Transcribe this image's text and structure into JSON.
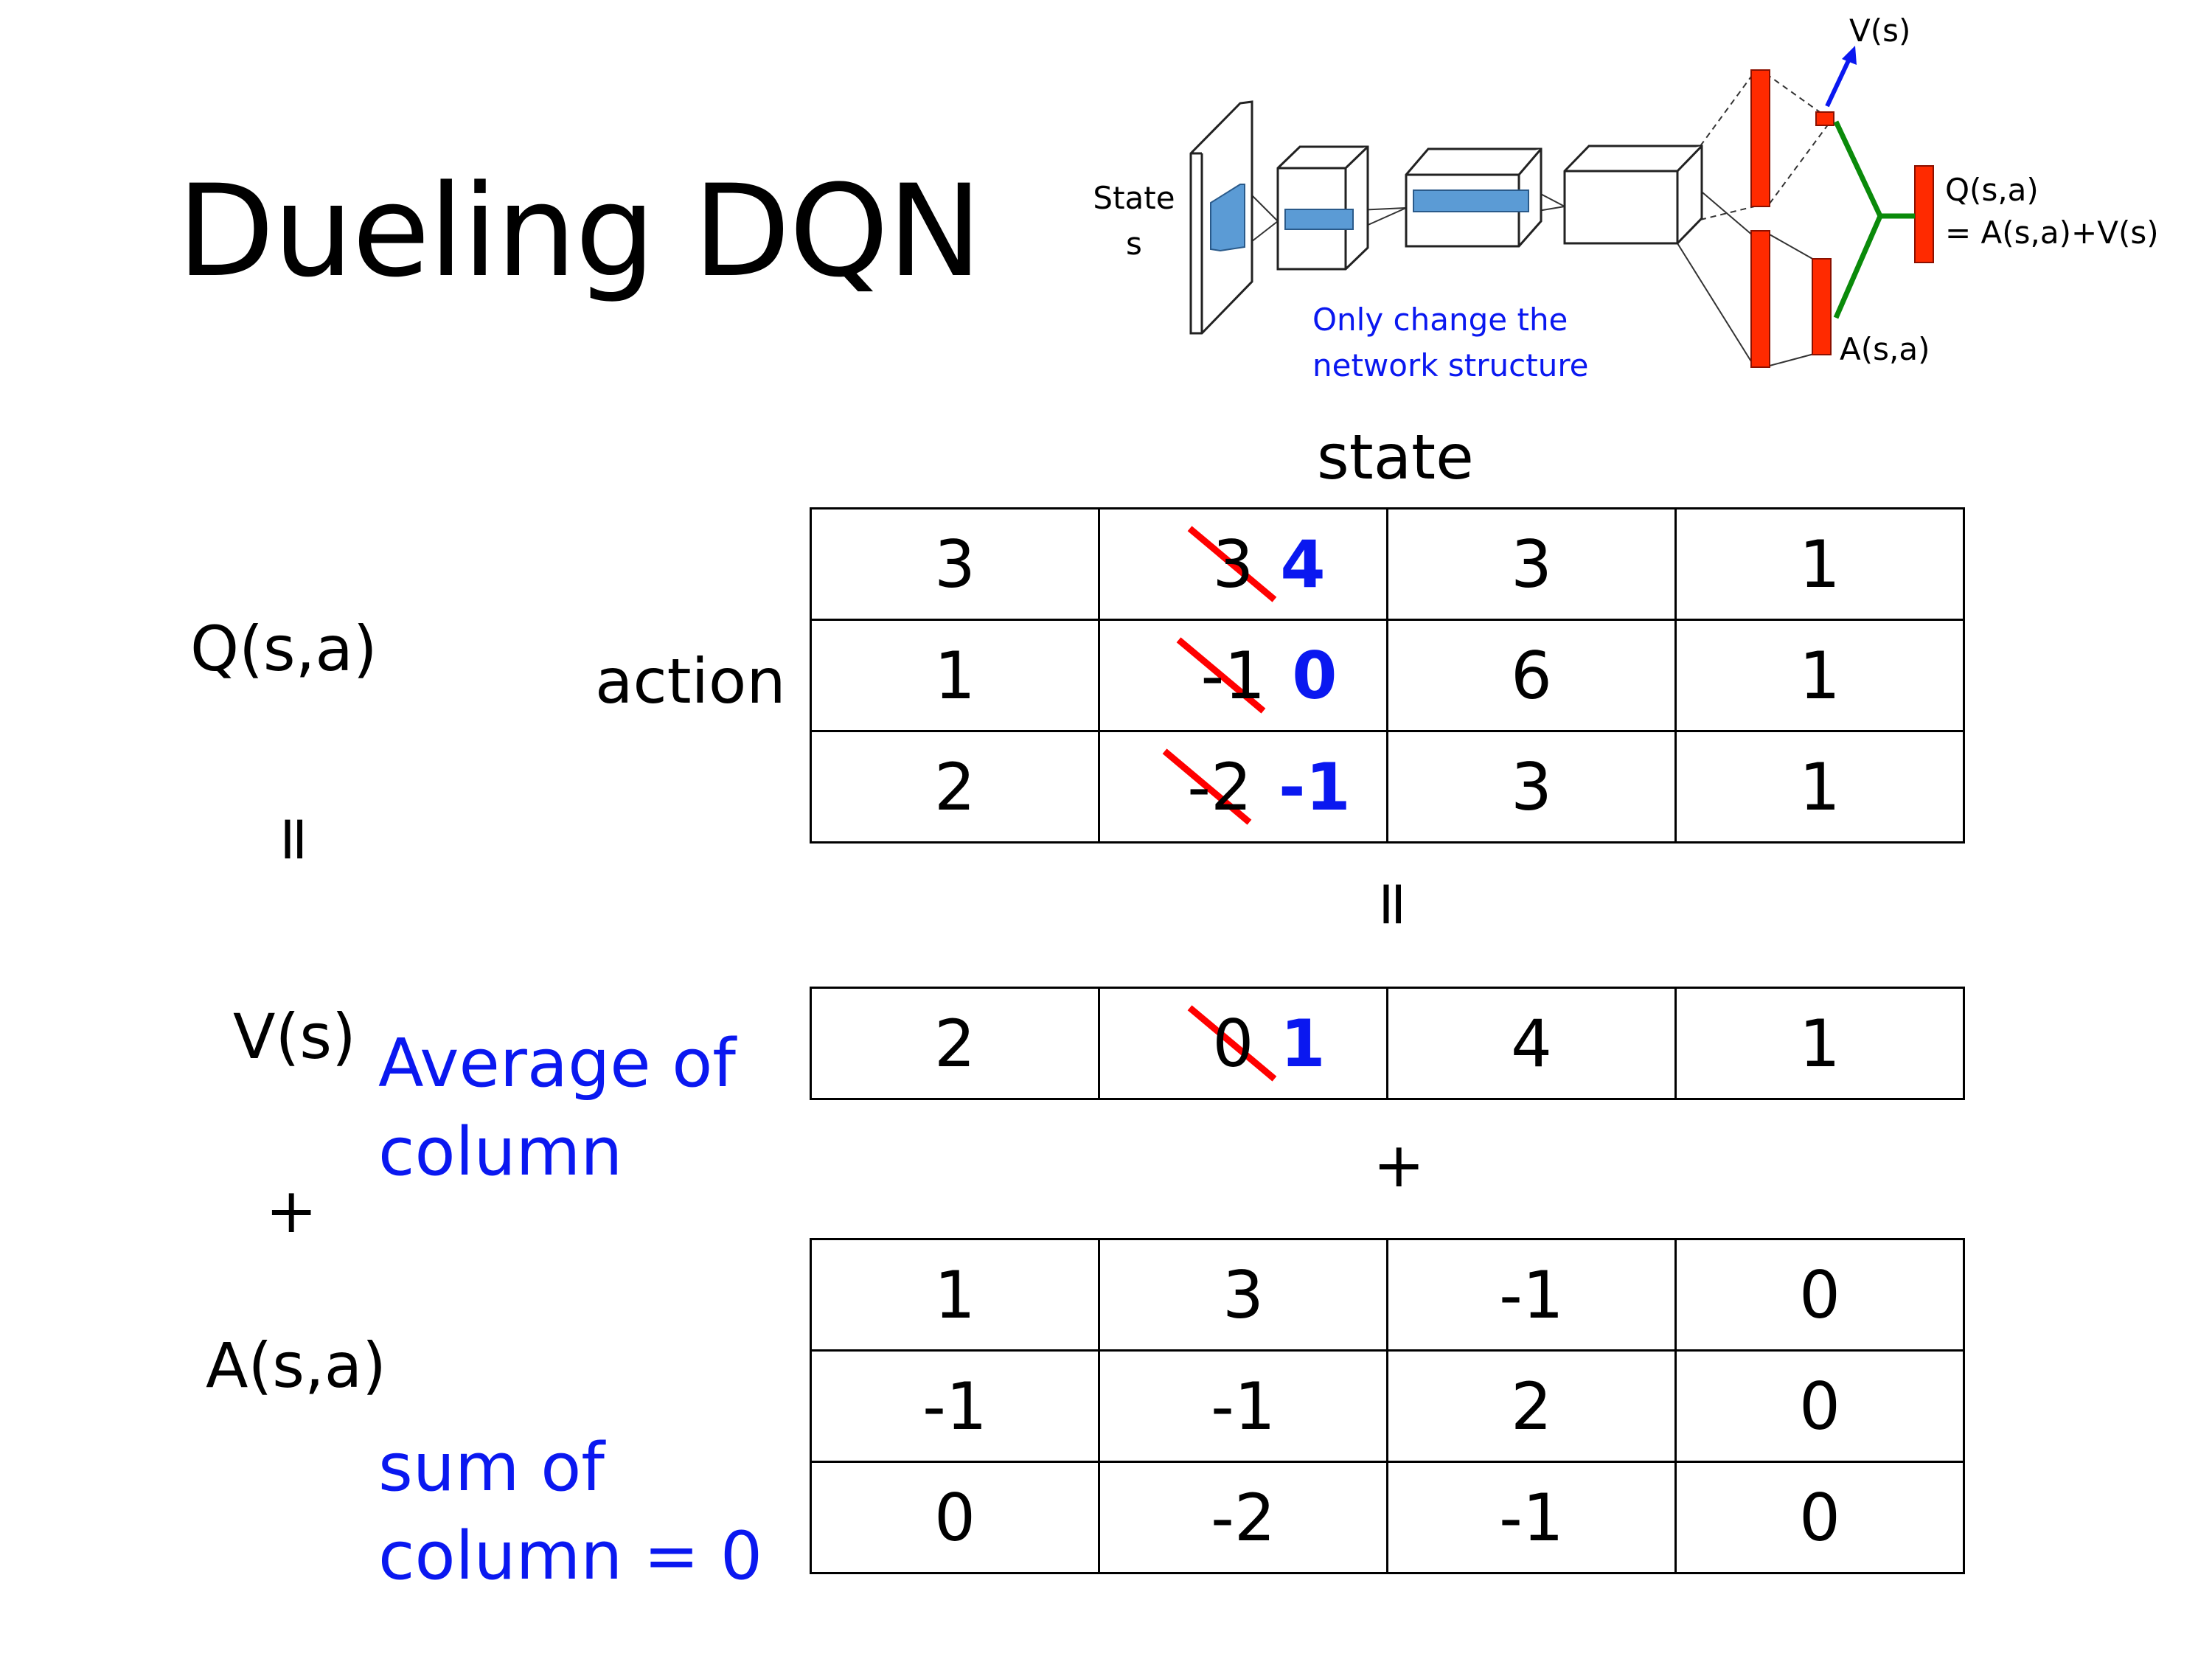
{
  "title": "Dueling DQN",
  "diagram": {
    "state_label": "State",
    "state_var": "s",
    "v_label": "V(s)",
    "q_label": "Q(s,a)",
    "q_formula": "= A(s,a)+V(s)",
    "a_label": "A(s,a)",
    "note_line1": "Only change the",
    "note_line2": "network structure",
    "colors": {
      "layer_fill": "#5b9bd5",
      "head_fill": "#ff2a00",
      "v_arrow": "#0a18f0",
      "merge": "#0a8a0a"
    }
  },
  "labels": {
    "state": "state",
    "action": "action",
    "q": "Q(s,a)",
    "equals_left": "=",
    "equals_mid": "=",
    "v": "V(s)",
    "plus_left": "+",
    "plus_mid": "+",
    "a": "A(s,a)",
    "v_note_line1": "Average of",
    "v_note_line2": "column",
    "a_note_line1": "sum of",
    "a_note_line2": "column = 0"
  },
  "q_table": [
    [
      "3",
      {
        "struck": "3",
        "new": "4"
      },
      "3",
      "1"
    ],
    [
      "1",
      {
        "struck": "-1",
        "new": "0"
      },
      "6",
      "1"
    ],
    [
      "2",
      {
        "struck": "-2",
        "new": "-1"
      },
      "3",
      "1"
    ]
  ],
  "v_table": [
    [
      "2",
      {
        "struck": "0",
        "new": "1"
      },
      "4",
      "1"
    ]
  ],
  "a_table": [
    [
      "1",
      "3",
      "-1",
      "0"
    ],
    [
      "-1",
      "-1",
      "2",
      "0"
    ],
    [
      "0",
      "-2",
      "-1",
      "0"
    ]
  ],
  "colors": {
    "accent_text": "#0a18f0",
    "strike": "#ff0000"
  }
}
